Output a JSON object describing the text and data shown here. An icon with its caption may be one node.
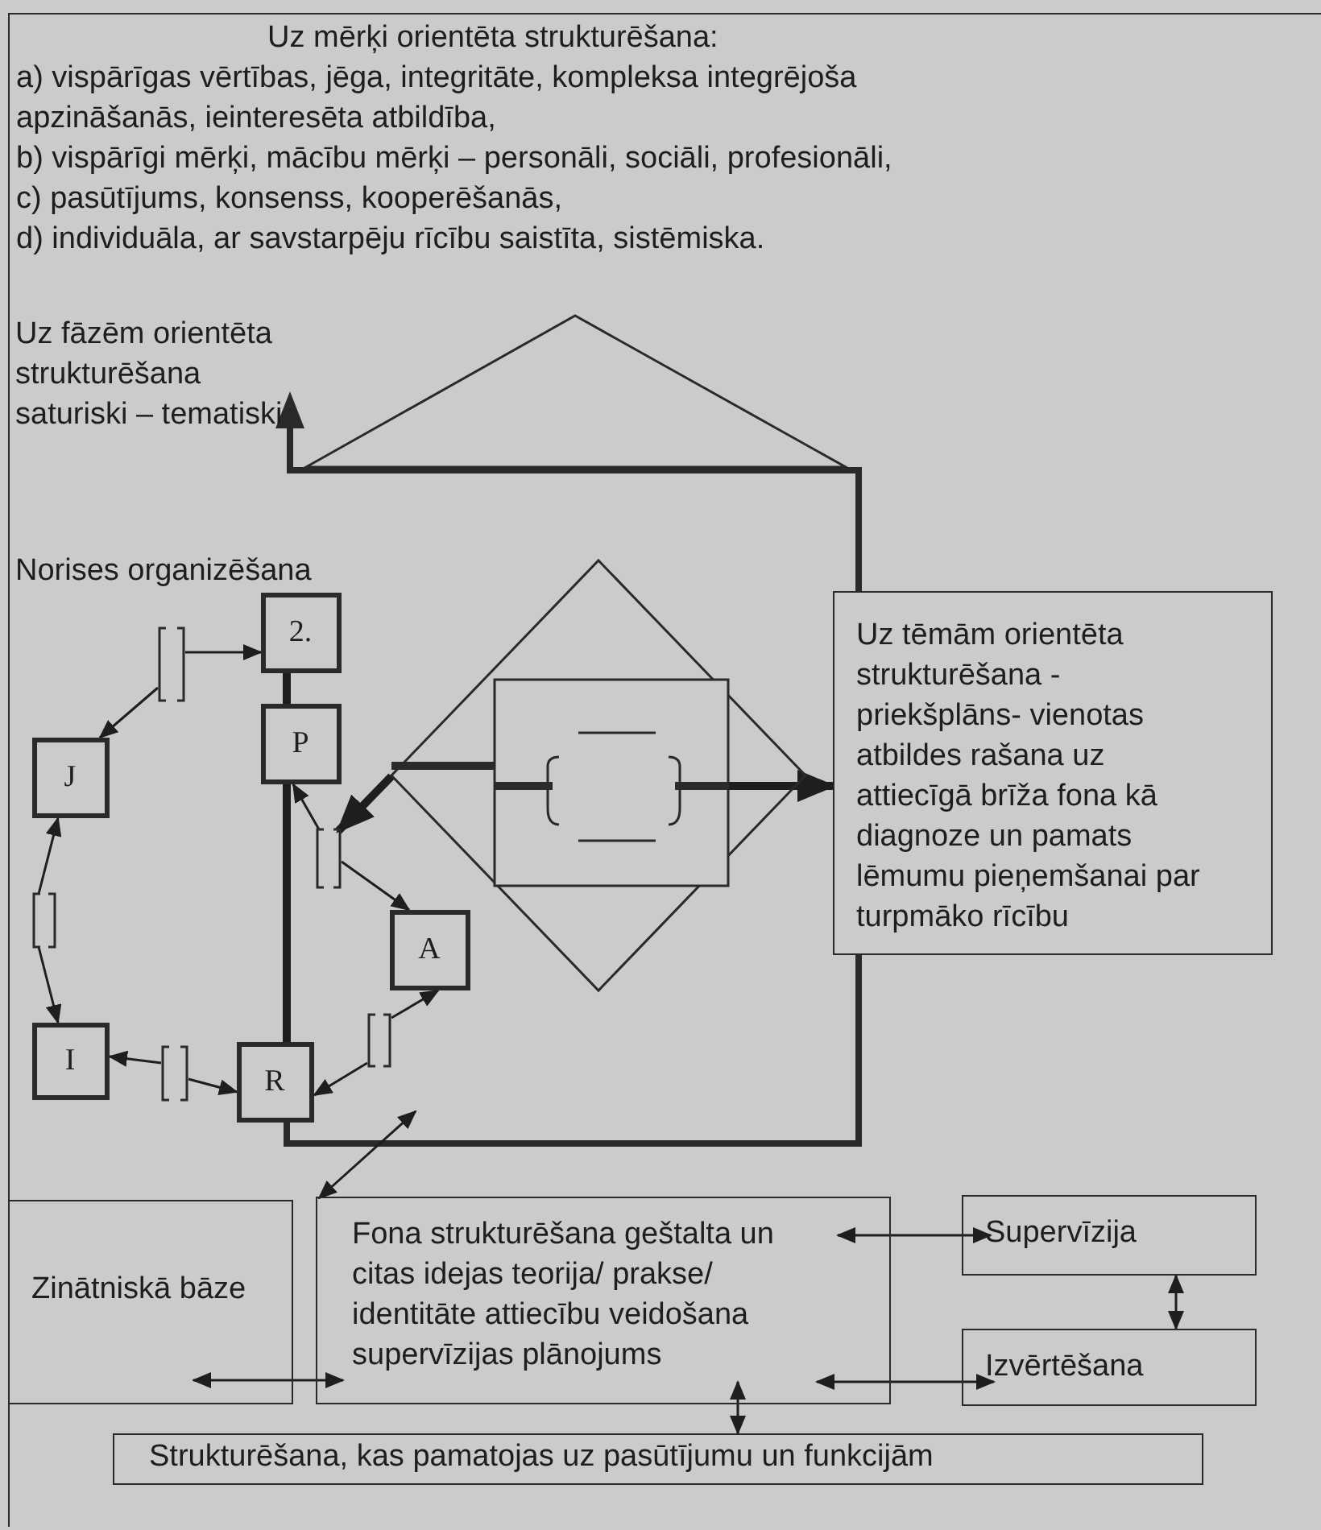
{
  "diagram": {
    "nodes": [
      {
        "text": [
          "Uz mērķi orientēta strukturēšana:",
          "a) vispārīgas vērtības, jēga, integritāte, kompleksa integrējoša apzināšanās, ieinteresēta atbildība,",
          "b) vispārīgi mērķi, mācību mērķi – personāli, sociāli, profesionāli,",
          "c) pasūtījums, konsenss, kooperēšanās,",
          "d) individuāla, ar savstarpēju rīcību saistīta, sistēmiska."
        ]
      },
      {
        "text": [
          "2."
        ],
        "in": 0
      },
      {
        "text": [
          "P"
        ],
        "in": 0
      },
      {
        "text": [
          "J"
        ],
        "in": 0
      },
      {
        "text": [
          "I"
        ],
        "in": 0
      },
      {
        "text": [
          "R"
        ],
        "in": 0
      },
      {
        "text": [
          "A"
        ],
        "in": 0
      },
      {
        "text": [],
        "shape": "diamond",
        "in": 0
      },
      {
        "text": [],
        "shape": "box",
        "in": 7
      },
      {
        "text": [
          "Uz tēmām orientēta strukturēšana -priekšplāns- vienotas atbildes rašana uz attiecīgā brīža fona kā diagnoze un pamats lēmumu pieņemšanai par turpmāko rīcību"
        ],
        "in": 0
      },
      {
        "text": [],
        "shape": "bracket",
        "in": 0
      },
      {
        "text": [],
        "shape": "bracket",
        "in": 0
      },
      {
        "text": [],
        "shape": "bracket",
        "in": 0
      },
      {
        "text": [],
        "shape": "bracket",
        "in": 0
      },
      {
        "text": [],
        "shape": "bracket",
        "in": 0
      },
      {
        "text": [
          "Zinātniskā bāze"
        ],
        "in": 0
      },
      {
        "text": [
          "Fona strukturēšana geštalta un citas idejas teorija/ prakse/ identitāte attiecību veidošana supervīzijas plānojums"
        ],
        "in": 0
      },
      {
        "text": [
          "Supervīzija"
        ],
        "in": 0
      },
      {
        "text": [
          "Izvērtēšana"
        ],
        "in": 0
      },
      {
        "text": [
          "Strukturēšana, kas pamatojas uz pasūtījumu un funkcijām"
        ],
        "in": 0
      }
    ],
    "edges": [
      {
        "from": 10,
        "to": 1,
        "arrow": "to"
      },
      {
        "from": 10,
        "to": 3,
        "arrow": "to"
      },
      {
        "from": 11,
        "to": 3,
        "arrow": "to"
      },
      {
        "from": 11,
        "to": 4,
        "arrow": "to"
      },
      {
        "from": 12,
        "to": 4,
        "arrow": "to"
      },
      {
        "from": 12,
        "to": 5,
        "arrow": "to"
      },
      {
        "from": 13,
        "to": 5,
        "arrow": "to"
      },
      {
        "from": 13,
        "to": 6,
        "arrow": "to"
      },
      {
        "from": 14,
        "to": 2,
        "arrow": "to"
      },
      {
        "from": 14,
        "to": 6,
        "arrow": "to"
      },
      {
        "from": 7,
        "to": 14,
        "arrow": "to",
        "style": "thick"
      },
      {
        "from": 8,
        "to": 9,
        "arrow": "to",
        "style": "thick"
      },
      {
        "from": 1,
        "to": 2,
        "arrow": "none",
        "style": "thick"
      },
      {
        "from": 2,
        "to": 5,
        "arrow": "none",
        "style": "thick"
      },
      {
        "from": null,
        "to": 16,
        "arrow": "both"
      },
      {
        "from": 15,
        "to": 16,
        "arrow": "both"
      },
      {
        "from": 16,
        "to": 17,
        "arrow": "both"
      },
      {
        "from": 16,
        "to": 18,
        "arrow": "both"
      },
      {
        "from": 17,
        "to": 18,
        "arrow": "both"
      },
      {
        "from": 16,
        "to": 19,
        "arrow": "both"
      }
    ],
    "labels": [
      "Uz fāzēm orientēta strukturēšana saturiski – tematiski",
      "Norises organizēšana"
    ]
  }
}
